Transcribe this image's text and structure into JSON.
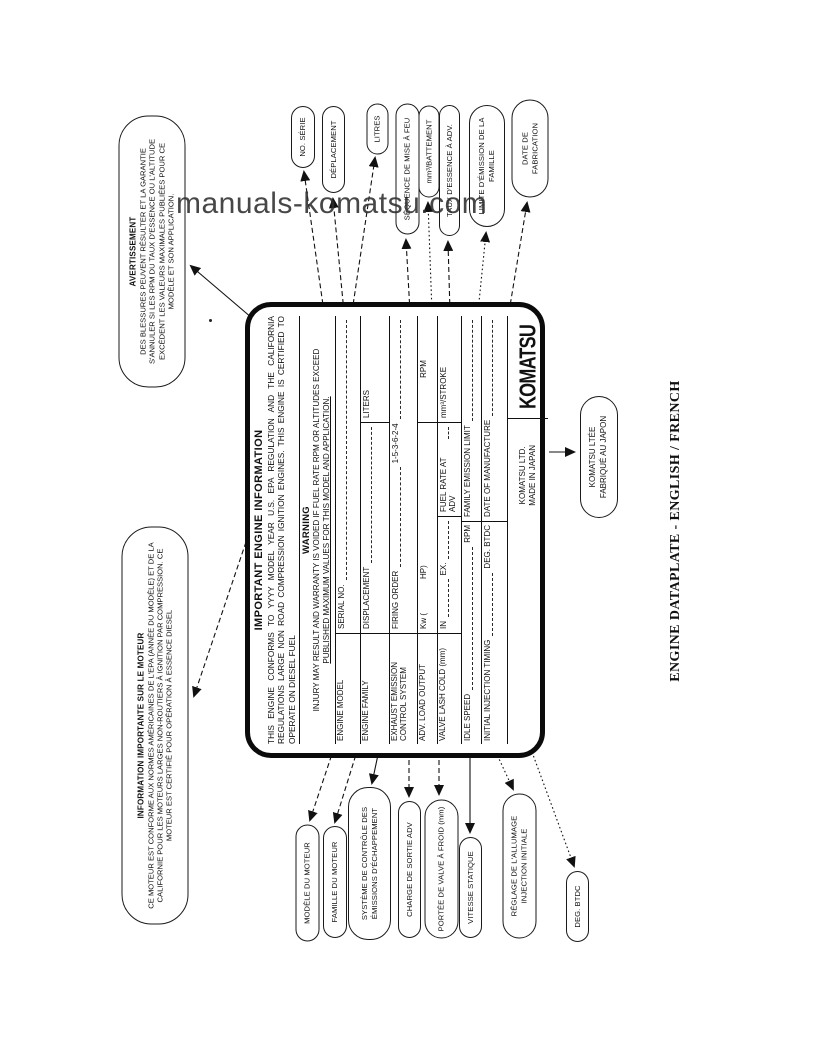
{
  "watermark": {
    "text": "manuals-komatsu.com"
  },
  "caption": {
    "text": "ENGINE DATAPLATE - ENGLISH / FRENCH"
  },
  "avertissement": {
    "title": "AVERTISSEMENT",
    "body": "DES BLESSURES PEUVENT RÉSULTER ET LA GARANTIE S'ANNULER SI LES RPM DU TAUX D'ESSENCE OU L'ALTITUDE EXCÈDENT LES VALEURS MAXIMALES PUBLIÉES POUR CE MODÈLE ET SON APPLICATION."
  },
  "information_moteur": {
    "title": "INFORMATION IMPORTANTE SUR LE MOTEUR",
    "body": "CE MOTEUR EST CONFORME AUX NORMES AMÉRICAINES DE L'EPA (ANNÉE DU MODÈLE) ET DE LA CALIFORNIE POUR LES MOTEURS LARGES NON-ROUTIERS À IGNITION PAR COMPRESSION. CE MOTEUR EST CERTIFIÉ POUR OPÉRATION À ESSENCE DIESEL"
  },
  "plate": {
    "title": "IMPORTANT ENGINE INFORMATION",
    "conformity": "THIS ENGINE CONFORMS TO YYYY MODEL YEAR U.S. EPA REGULATION AND THE CALIFORNIA REGULATIONS LARGE NON ROAD COMPRESSION IGNITION ENGINES. THIS ENGINE IS CERTIFIED TO OPERATE ON DIESEL FUEL",
    "warning_title": "WARNING",
    "warning_line1": "INJURY MAY RESULT AND WARRANTY IS VOIDED IF FUEL RATE RPM OR ALTITUDES EXCEED",
    "warning_line2": "PUBLISHED MAXIMUM VALUES FOR THIS MODEL AND APPLICATION.",
    "fields": {
      "engine_model": "ENGINE MODEL",
      "serial_no": "SERIAL NO.",
      "engine_family": "ENGINE FAMILY",
      "displacement": "DISPLACEMENT",
      "liters": "LITERS",
      "exhaust": "EXHAUST EMISSION CONTROL SYSTEM",
      "firing_order": "FIRING ORDER",
      "firing_order_value": "1-5-3-6-2-4",
      "adv_load": "ADV. LOAD OUTPUT",
      "kw_open": "Kw (",
      "hp_close": "HP)",
      "rpm": "RPM",
      "valve_lash": "VALVE LASH COLD (mm)",
      "in_label": "IN",
      "ex_label": "EX.",
      "fuel_rate": "FUEL RATE AT ADV",
      "mm3_stroke": "mm³/STROKE",
      "idle_speed": "IDLE SPEED",
      "idle_rpm": "RPM",
      "family_emission": "FAMILY EMISSION LIMIT",
      "initial_injection": "INITIAL INJECTION TIMING",
      "deg_btdc": "DEG. BTDC",
      "date_of_manufacture": "DATE OF MANUFACTURE"
    },
    "maker": {
      "line1": "KOMATSU LTD.",
      "line2": "MADE IN JAPAN"
    },
    "logo": "KOMATSU"
  },
  "top_callouts": [
    {
      "label": "NO. SÉRIE"
    },
    {
      "label": "DÉPLACEMENT"
    },
    {
      "label": "LITRES"
    },
    {
      "label": "SÉQUENCE DE MISE À FEU"
    },
    {
      "label": "mm³/BATTEMENT"
    },
    {
      "label": "TAUX D'ESSENCE À ADV."
    },
    {
      "label": "LIMITE D'ÉMISSION DE LA FAMILLE"
    },
    {
      "label": "DATE DE FABRICATION"
    }
  ],
  "bottom_callouts": [
    {
      "label": "MODÈLE DU MOTEUR"
    },
    {
      "label": "FAMILLE DU MOTEUR"
    },
    {
      "label": "SYSTÈME DE CONTRÔLE DES ÉMISSIONS D'ÉCHAPPEMENT"
    },
    {
      "label": "CHARGE DE SORTIE ADV"
    },
    {
      "label": "PORTÉE DE VALVE À FROID (mm)"
    },
    {
      "label": "VITESSE STATIQUE"
    },
    {
      "label": "RÉGLAGE DE L'ALLUMAGE INJECTION INITIALE"
    },
    {
      "label": "DEG. BTDC"
    }
  ],
  "maker_callout": {
    "line1": "KOMATSU LTÉE",
    "line2": "FABRIQUÉ AU JAPON"
  }
}
